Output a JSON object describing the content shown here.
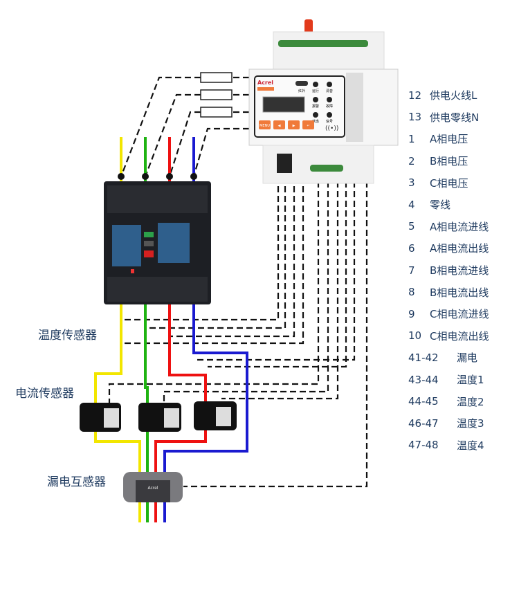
{
  "labels": {
    "temperature_sensor": "温度传感器",
    "current_sensor": "电流传感器",
    "leakage_transformer": "漏电互感器"
  },
  "device": {
    "brand": "Acrel",
    "buttons": [
      "MENU",
      "◀",
      "▶",
      "↵"
    ],
    "indicators": [
      "运行",
      "清音",
      "报警",
      "故障",
      "状态",
      "信号"
    ],
    "ir_label": "红外"
  },
  "legend": [
    {
      "terminal": "12",
      "desc": "供电火线L"
    },
    {
      "terminal": "13",
      "desc": "供电零线N"
    },
    {
      "terminal": "1",
      "desc": "A相电压"
    },
    {
      "terminal": "2",
      "desc": "B相电压"
    },
    {
      "terminal": "3",
      "desc": "C相电压"
    },
    {
      "terminal": "4",
      "desc": "零线"
    },
    {
      "terminal": "5",
      "desc": "A相电流进线"
    },
    {
      "terminal": "6",
      "desc": "A相电流出线"
    },
    {
      "terminal": "7",
      "desc": "B相电流进线"
    },
    {
      "terminal": "8",
      "desc": "B相电流出线"
    },
    {
      "terminal": "9",
      "desc": "C相电流进线"
    },
    {
      "terminal": "10",
      "desc": "C相电流出线"
    },
    {
      "terminal": "41-42",
      "desc": "漏电"
    },
    {
      "terminal": "43-44",
      "desc": "温度1"
    },
    {
      "terminal": "44-45",
      "desc": "温度2"
    },
    {
      "terminal": "46-47",
      "desc": "温度3"
    },
    {
      "terminal": "47-48",
      "desc": "温度4"
    }
  ],
  "colors": {
    "phase_a": "#f2e600",
    "phase_b": "#1fb312",
    "phase_c": "#ee1111",
    "neutral": "#1a1ad0",
    "text": "#1e3a5f",
    "device_accent": "#f07a3a"
  }
}
